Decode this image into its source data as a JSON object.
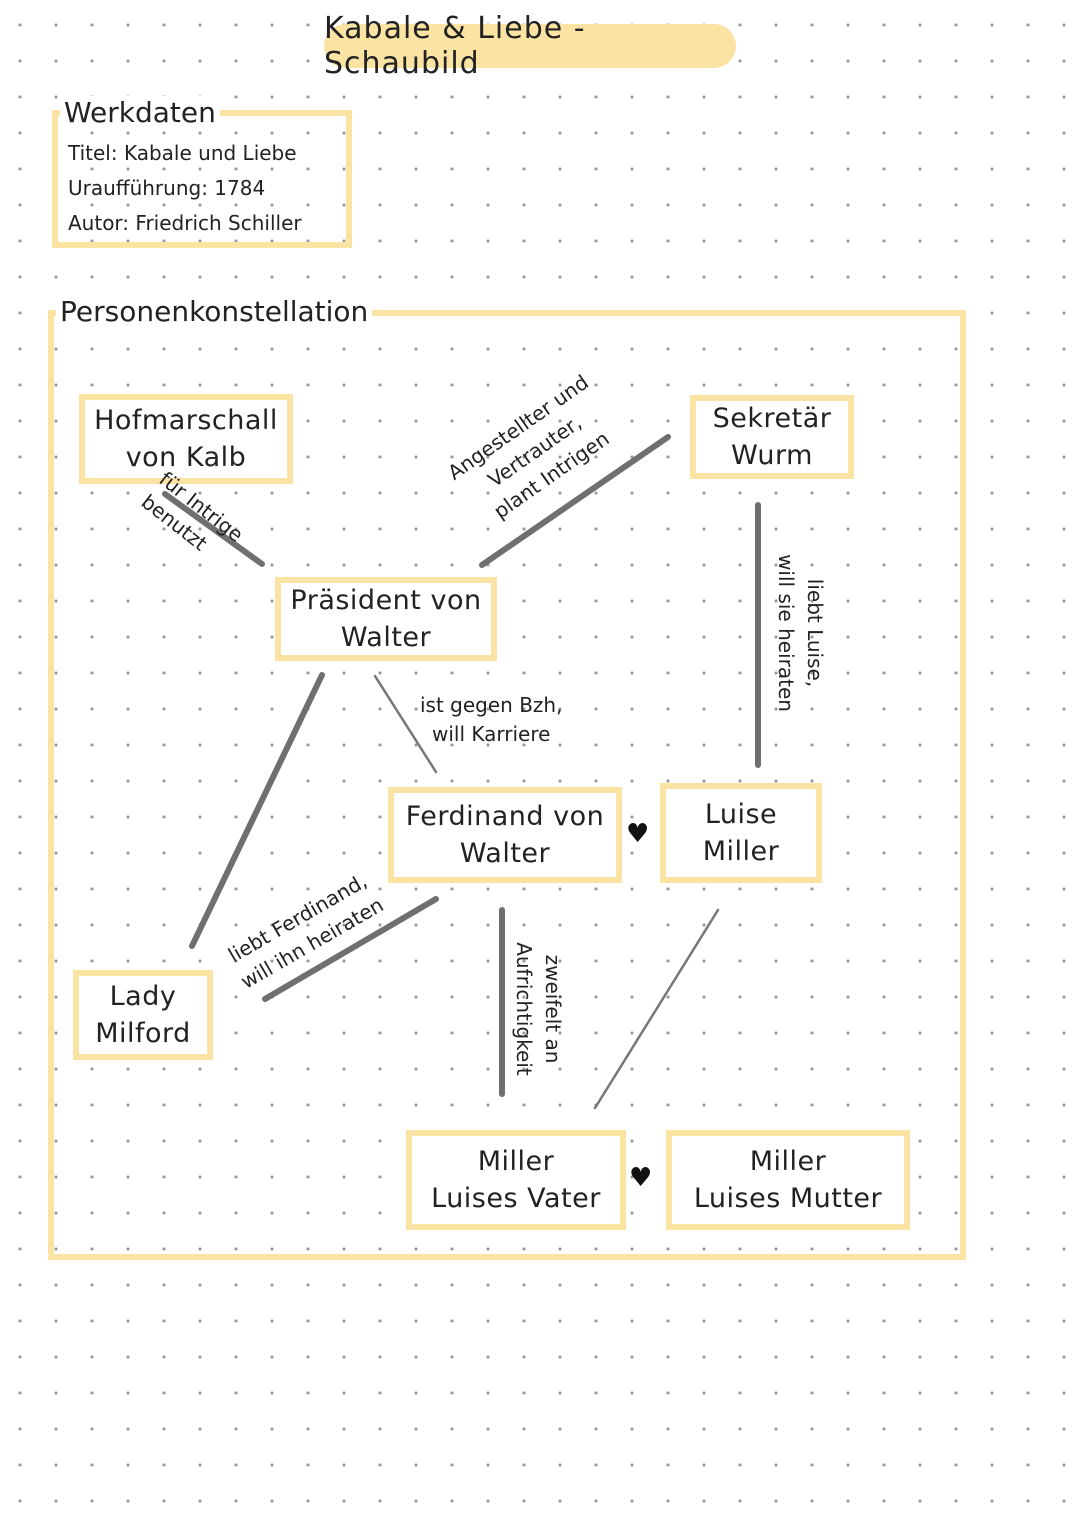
{
  "title": "Kabale & Liebe - Schaubild",
  "werkdaten": {
    "heading": "Werkdaten",
    "titel": "Titel: Kabale und Liebe",
    "urauffuehrung": "Uraufführung: 1784",
    "autor": "Autor: Friedrich Schiller"
  },
  "konstellation": {
    "heading": "Personenkonstellation",
    "persons": {
      "kalb": [
        "Hofmarschall",
        "von Kalb"
      ],
      "wurm": [
        "Sekretär",
        "Wurm"
      ],
      "praesident": [
        "Präsident von",
        "Walter"
      ],
      "ferdinand": [
        "Ferdinand von",
        "Walter"
      ],
      "luise": [
        "Luise",
        "Miller"
      ],
      "milford": [
        "Lady",
        "Milford"
      ],
      "vater": [
        "Miller",
        "Luises Vater"
      ],
      "mutter": [
        "Miller",
        "Luises Mutter"
      ]
    },
    "relations": {
      "kalb_praesident": [
        "für Intrige",
        "benutzt"
      ],
      "wurm_praesident": [
        "Angestellter und",
        "Vertrauter,",
        "plant Intrigen"
      ],
      "praesident_ferdinand": [
        "ist gegen Bzh,",
        "will Karriere"
      ],
      "wurm_luise": [
        "liebt Luise,",
        "will sie heiraten"
      ],
      "milford_ferdinand": [
        "liebt Ferdinand,",
        "will ihn heiraten"
      ],
      "ferdinand_vater": [
        "zweifelt an",
        "Aufrichtigkeit"
      ]
    },
    "heart": "♥"
  },
  "colors": {
    "accent": "#fbe3a3",
    "line": "#7a7a7a"
  }
}
